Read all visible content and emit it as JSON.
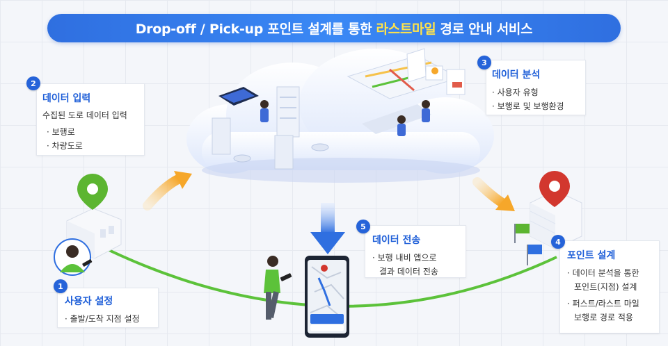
{
  "title": {
    "prefix": "Drop-off / Pick-up 포인트 설계를 통한",
    "highlight": "라스트마일",
    "suffix": "경로 안내 서비스"
  },
  "steps": [
    {
      "number": "1",
      "heading": "사용자 설정",
      "items": [
        "· 출발/도착 지점 설정"
      ]
    },
    {
      "number": "2",
      "heading": "데이터 입력",
      "subtitle": "수집된 도로 데이터 입력",
      "items": [
        "· 보행로",
        "· 차량도로"
      ]
    },
    {
      "number": "3",
      "heading": "데이터 분석",
      "items": [
        "· 사용자 유형",
        "· 보행로 및 보행환경"
      ]
    },
    {
      "number": "4",
      "heading": "포인트 설계",
      "items": [
        "· 데이터 분석을 통한",
        "포인트(지점) 설계",
        "· 퍼스트/라스트 마일",
        "보행로 경로 적용"
      ]
    },
    {
      "number": "5",
      "heading": "데이터 전송",
      "items": [
        "· 보행 내비 앱으로",
        "결과 데이터 전송"
      ]
    }
  ],
  "colors": {
    "accent": "#2563d9",
    "highlight": "#ffe34a",
    "path_green": "#5cc23a",
    "arrow_orange": "#f6a72a",
    "arrow_blue": "#2f6fe0",
    "pin_green": "#5cb531",
    "pin_red": "#d2372e"
  },
  "icons": {
    "start_pin": "location-pin-green",
    "end_pin": "location-pin-red",
    "user": "user-with-phone",
    "walker": "walking-person-with-phone",
    "phone": "navigation-app-phone",
    "cloud": "data-center-cloud"
  }
}
